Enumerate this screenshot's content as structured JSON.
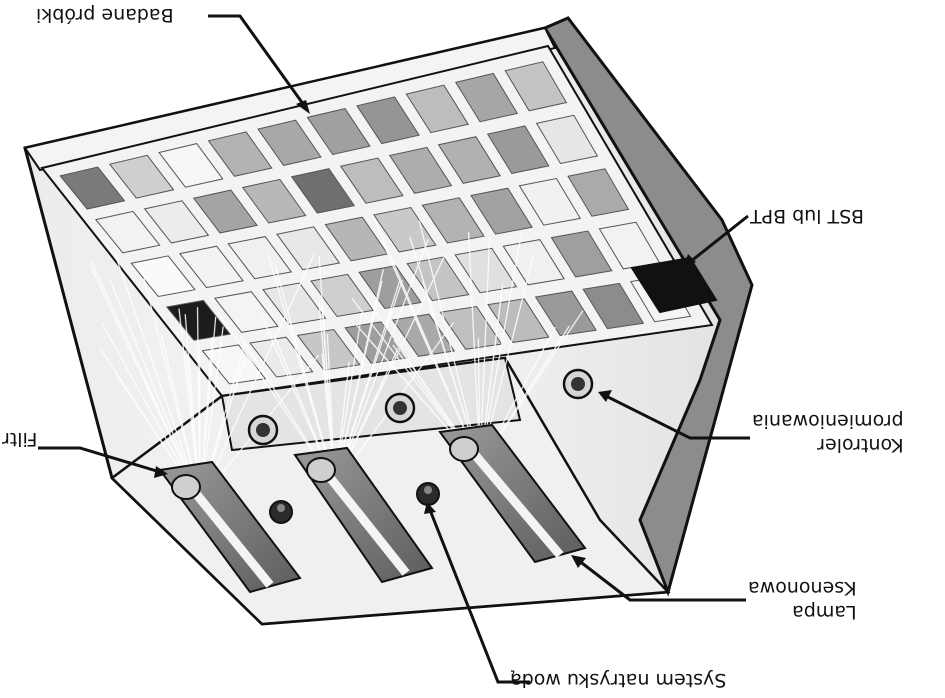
{
  "labels": {
    "samples": "Badane próbki",
    "bst": "BST lub BPT",
    "controller_line1": "Kontroler",
    "controller_line2": "promieniowania",
    "filter": "Filtr",
    "lamp_line1": "Lampa",
    "lamp_line2": "Ksenonowa",
    "spray": "System natrysku wodą"
  },
  "colors": {
    "ink": "#111111",
    "housing": "#efefef",
    "panel_dark": "#8a8a8a",
    "sensor": "#111111"
  },
  "sample_grid": {
    "rows": 5,
    "cols": 10,
    "shades": [
      [
        "#7a7a7a",
        "#cfcfcf",
        "#f6f6f6",
        "#b3b3b3",
        "#a8a8a8",
        "#a0a0a0",
        "#959595",
        "#bdbdbd",
        "#a6a6a6",
        "#c4c4c4"
      ],
      [
        "#f2f2f2",
        "#ececec",
        "#a4a4a4",
        "#b8b8b8",
        "#6f6f6f",
        "#bdbdbd",
        "#adadad",
        "#b1b1b1",
        "#9a9a9a",
        "#e6e6e6"
      ],
      [
        "#fafafa",
        "#f3f3f3",
        "#f0f0f0",
        "#e8e8e8",
        "#b6b6b6",
        "#c9c9c9",
        "#b3b3b3",
        "#a2a2a2",
        "#f1f1f1",
        "#aaaaaa"
      ],
      [
        "#1c1c1c",
        "#f4f4f4",
        "#e6e6e6",
        "#cfcfcf",
        "#9e9e9e",
        "#c4c4c4",
        "#e0e0e0",
        "#f0f0f0",
        "#9f9f9f",
        "#f2f2f2"
      ],
      [
        "#f7f7f7",
        "#ebebeb",
        "#c7c7c7",
        "#9d9d9d",
        "#a9a9a9",
        "#c0c0c0",
        "#bcbcbc",
        "#9a9a9a",
        "#8c8c8c",
        "#f5f5f5"
      ]
    ]
  }
}
